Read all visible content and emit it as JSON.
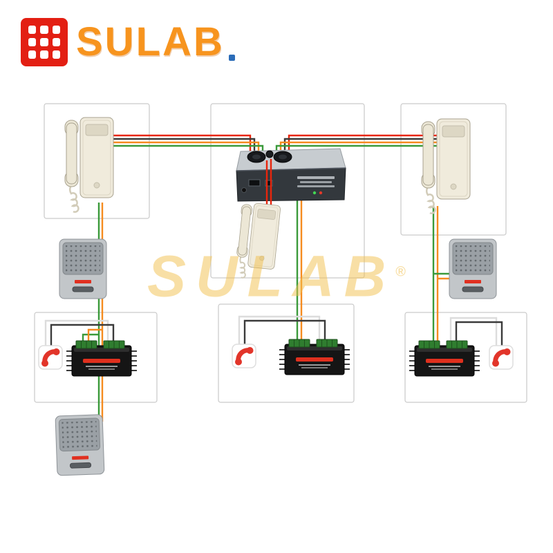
{
  "logo": {
    "text": "SULAB",
    "text_color": "#F7941E",
    "mark_color": "#E31F13",
    "dot_color": "#2B6CB8"
  },
  "watermark": {
    "text": "SULAB",
    "mark": "®",
    "color": "#F2C14E"
  },
  "wires": {
    "colors": {
      "red": "#E8250C",
      "orange": "#F68B1F",
      "green": "#3A9A3A",
      "black": "#3A3A3A",
      "white": "#DCDCDC"
    }
  },
  "components": {
    "handset": {
      "name": "wall-intercom-handset",
      "body_color": "#F0EBDC"
    },
    "speaker": {
      "name": "door-speaker-unit",
      "body_color": "#C2C6C9",
      "label_color": "#E03020"
    },
    "decoder": {
      "name": "decoder-module",
      "body_color": "#151515",
      "terminal_color": "#2F7D2F",
      "label_color": "#E0301E"
    },
    "control_box": {
      "name": "main-control-unit",
      "body_color": "#33383D"
    },
    "phone_icon": {
      "name": "telephone-icon",
      "color": "#E2352A"
    },
    "zones": [
      "apartment-unit-top-left",
      "control-unit-center",
      "apartment-unit-top-right",
      "decoder-station-left",
      "decoder-station-center",
      "decoder-station-right"
    ]
  }
}
